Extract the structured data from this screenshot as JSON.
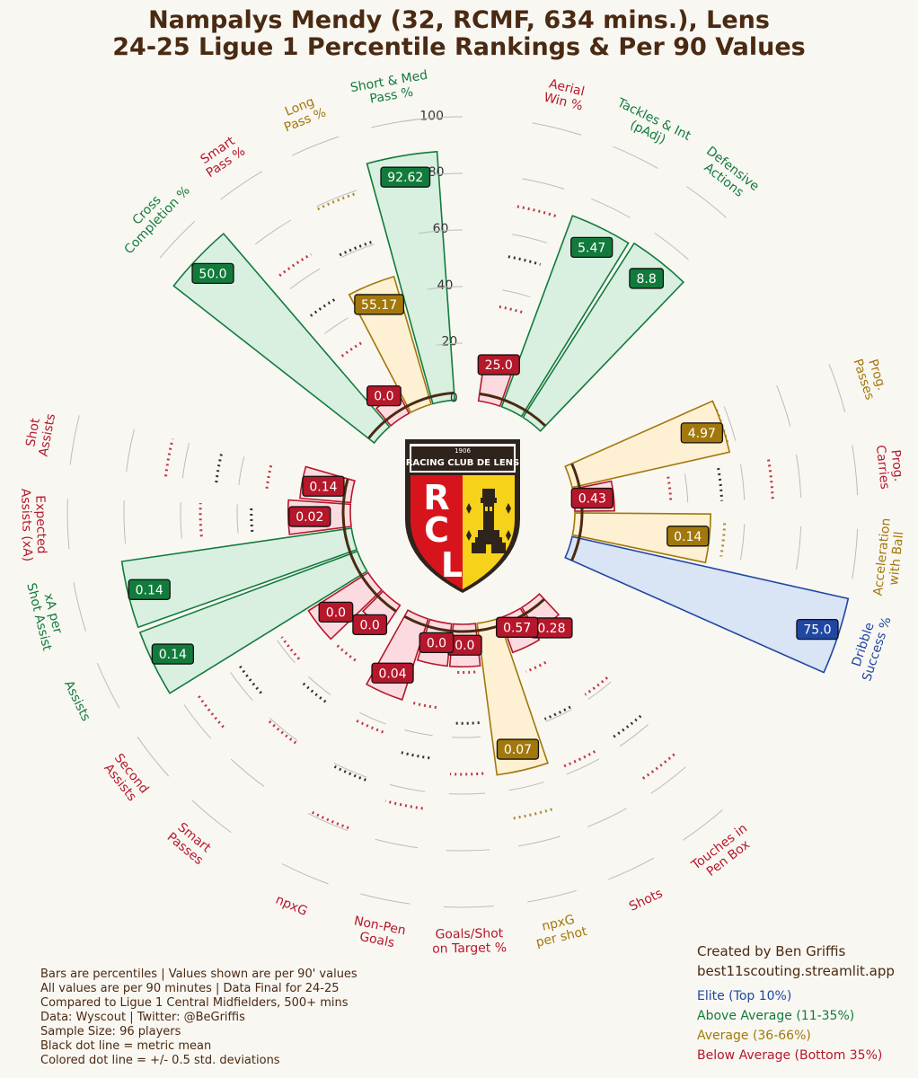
{
  "title_line1": "Nampalys Mendy (32, RCMF, 634 mins.), Lens",
  "title_line2": "24-25 Ligue 1 Percentile Rankings & Per 90 Values",
  "colors": {
    "background": "#f9f7f2",
    "elite": "#1f47a3",
    "above_average": "#127b3c",
    "average": "#a2780c",
    "below_average": "#b5172b",
    "title": "#4a2a12"
  },
  "notes": [
    "Bars are percentiles | Values shown are per 90' values",
    "All values are per 90 minutes | Data Final for 24-25",
    "Compared to Ligue 1 Central Midfielders, 500+ mins",
    "Data: Wyscout | Twitter: @BeGriffis",
    "Sample Size: 96 players",
    "Black dot line = metric mean",
    "Colored dot line = +/- 0.5 std. deviations"
  ],
  "credit": [
    "Created by Ben Griffis",
    "best11scouting.streamlit.app"
  ],
  "legend": [
    {
      "label": "Elite (Top 10%)",
      "tier": "elite"
    },
    {
      "label": "Above Average (11-35%)",
      "tier": "above_average"
    },
    {
      "label": "Average (36-66%)",
      "tier": "average"
    },
    {
      "label": "Below Average (Bottom 35%)",
      "tier": "below_average"
    }
  ],
  "logo": {
    "year": "1906",
    "name": "RACING CLUB DE LENS",
    "letters": [
      "R",
      "C",
      "L"
    ]
  },
  "chart_data": {
    "type": "bar",
    "subtype": "polar-percentile",
    "radial_axis_ticks": [
      "0",
      "20",
      "40",
      "60",
      "80",
      "100"
    ],
    "ylim": [
      0,
      100
    ],
    "groups": [
      {
        "metrics": [
          {
            "label": "Cross\nCompletion %",
            "percentile": 90,
            "value": "50.0",
            "tier": "above_average"
          },
          {
            "label": "Smart\nPass %",
            "percentile": 8,
            "value": "0.0",
            "tier": "below_average"
          },
          {
            "label": "Long\nPass %",
            "percentile": 47,
            "value": "55.17",
            "tier": "average"
          },
          {
            "label": "Short & Med\nPass %",
            "percentile": 88,
            "value": "92.62",
            "tier": "above_average"
          }
        ]
      },
      {
        "metrics": [
          {
            "label": "Aerial\nWin %",
            "percentile": 12,
            "value": "25.0",
            "tier": "below_average"
          },
          {
            "label": "Tackles & Int\n(pAdj)",
            "percentile": 72,
            "value": "5.47",
            "tier": "above_average"
          },
          {
            "label": "Defensive\nActions",
            "percentile": 73,
            "value": "8.8",
            "tier": "above_average"
          }
        ]
      },
      {
        "metrics": [
          {
            "label": "Prog.\nPasses",
            "percentile": 57,
            "value": "4.97",
            "tier": "average"
          },
          {
            "label": "Prog.\nCarries",
            "percentile": 14,
            "value": "0.43",
            "tier": "below_average"
          },
          {
            "label": "Acceleration\nwith Ball",
            "percentile": 48,
            "value": "0.14",
            "tier": "average"
          },
          {
            "label": "Dribble\nSuccess %",
            "percentile": 100,
            "value": "75.0",
            "tier": "elite"
          }
        ]
      },
      {
        "metrics": [
          {
            "label": "Touches in\nPen Box",
            "percentile": 10,
            "value": "0.28",
            "tier": "below_average"
          },
          {
            "label": "Shots",
            "percentile": 13,
            "value": "0.57",
            "tier": "below_average"
          },
          {
            "label": "npxG\nper shot",
            "percentile": 54,
            "value": "0.07",
            "tier": "average"
          },
          {
            "label": "Goals/Shot\non Target %",
            "percentile": 15,
            "value": "0.0",
            "tier": "below_average"
          },
          {
            "label": "Non-Pen\nGoals",
            "percentile": 15,
            "value": "0.0",
            "tier": "below_average"
          },
          {
            "label": "npxG",
            "percentile": 30,
            "value": "0.04",
            "tier": "below_average"
          }
        ]
      },
      {
        "metrics": [
          {
            "label": "Smart\nPasses",
            "percentile": 10,
            "value": "0.0",
            "tier": "below_average"
          },
          {
            "label": "Second\nAssists",
            "percentile": 25,
            "value": "0.0",
            "tier": "below_average"
          },
          {
            "label": "Assists",
            "percentile": 82,
            "value": "0.14",
            "tier": "above_average"
          },
          {
            "label": "xA per\nShot Assist",
            "percentile": 82,
            "value": "0.14",
            "tier": "above_average"
          },
          {
            "label": "Expected\nAssists (xA)",
            "percentile": 22,
            "value": "0.02",
            "tier": "below_average"
          },
          {
            "label": "Shot\nAssists",
            "percentile": 18,
            "value": "0.14",
            "tier": "below_average"
          }
        ]
      }
    ]
  }
}
